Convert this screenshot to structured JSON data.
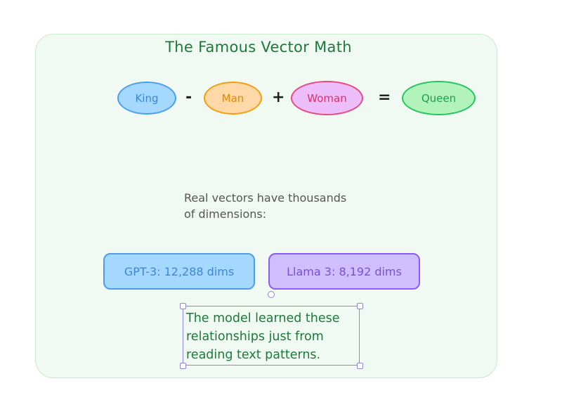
{
  "title": "The Famous Vector Math",
  "equation": {
    "terms": [
      "King",
      "Man",
      "Woman",
      "Queen"
    ],
    "operators": [
      "-",
      "+",
      "="
    ]
  },
  "note": {
    "line1": "Real vectors have thousands",
    "line2": "of dimensions:"
  },
  "boxes": {
    "gpt3": "GPT-3: 12,288 dims",
    "llama3": "Llama 3: 8,192 dims"
  },
  "caption": "The model learned these relationships just from reading text patterns.",
  "colors": {
    "title": "#1b7a3a",
    "king": "#a5d8ff",
    "man": "#ffd8a8",
    "woman": "#eebefa",
    "queen": "#b2f2bb"
  }
}
